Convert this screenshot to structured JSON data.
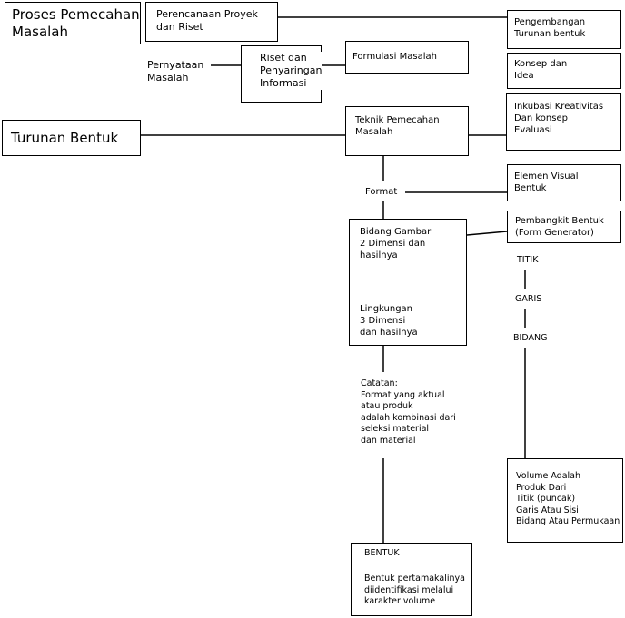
{
  "diagram": {
    "proses_title": "Proses Pemecahan\nMasalah",
    "perencanaan": "Perencanaan Proyek\ndan Riset",
    "pengembangan": "Pengembangan\nTurunan bentuk",
    "konsep": "Konsep dan\nIdea",
    "pernyataan": "Pernyataan\nMasalah",
    "riset": "Riset dan\nPenyaringan\nInformasi",
    "formulasi": "Formulasi Masalah",
    "turunan": "Turunan Bentuk",
    "teknik": "Teknik Pemecahan\nMasalah",
    "inkubasi": "Inkubasi Kreativitas\nDan konsep\nEvaluasi",
    "format": "Format",
    "elemen": "Elemen Visual\nBentuk",
    "bidang_gambar": "Bidang Gambar\n2 Dimensi dan\nhasilnya",
    "lingkungan": "Lingkungan\n3 Dimensi\ndan hasilnya",
    "pembangkit": "Pembangkit Bentuk\n(Form Generator)",
    "titik": "TITIK",
    "garis": "GARIS",
    "bidang": "BIDANG",
    "catatan": "Catatan:\nFormat yang aktual\natau produk\nadalah kombinasi dari\nseleksi material\ndan material",
    "volume": "Volume Adalah\nProduk Dari\nTitik (puncak)\nGaris Atau Sisi\nBidang Atau Permukaan",
    "bentuk_title": "BENTUK",
    "bentuk_body": "Bentuk pertamakalinya\ndiidentifikasi melalui\nkarakter volume"
  }
}
